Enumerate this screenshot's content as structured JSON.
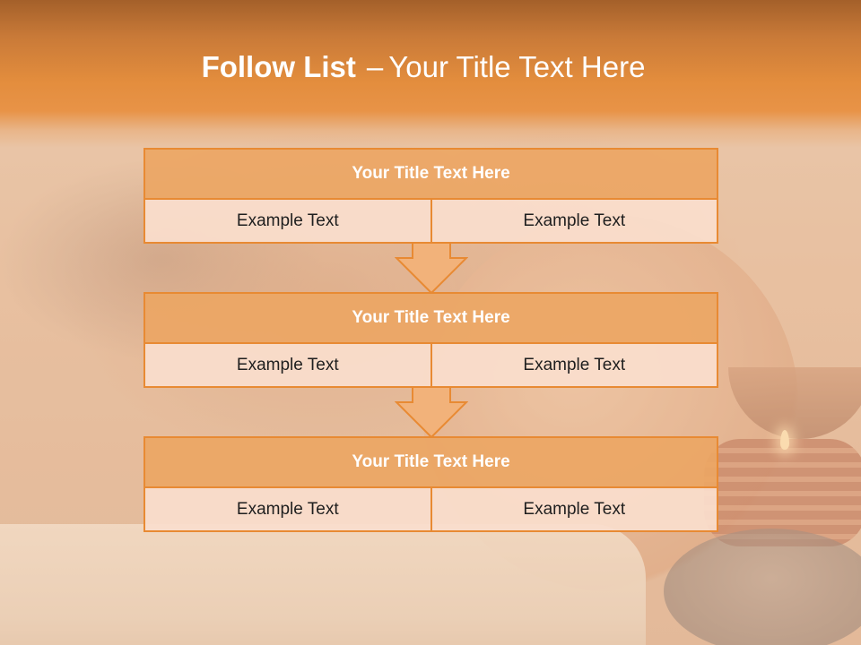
{
  "slide": {
    "title_bold": "Follow List",
    "title_sep": "–",
    "title_rest": "Your Title Text Here"
  },
  "steps": [
    {
      "title": "Your Title Text Here",
      "left": "Example Text",
      "right": "Example Text"
    },
    {
      "title": "Your Title Text Here",
      "left": "Example Text",
      "right": "Example Text"
    },
    {
      "title": "Your Title Text Here",
      "left": "Example Text",
      "right": "Example Text"
    }
  ],
  "colors": {
    "accent": "#e88a33",
    "header_fill": "#eca664",
    "cell_fill": "#fadecc",
    "title_text": "#ffffff"
  },
  "icons": [
    "down-arrow-icon"
  ]
}
